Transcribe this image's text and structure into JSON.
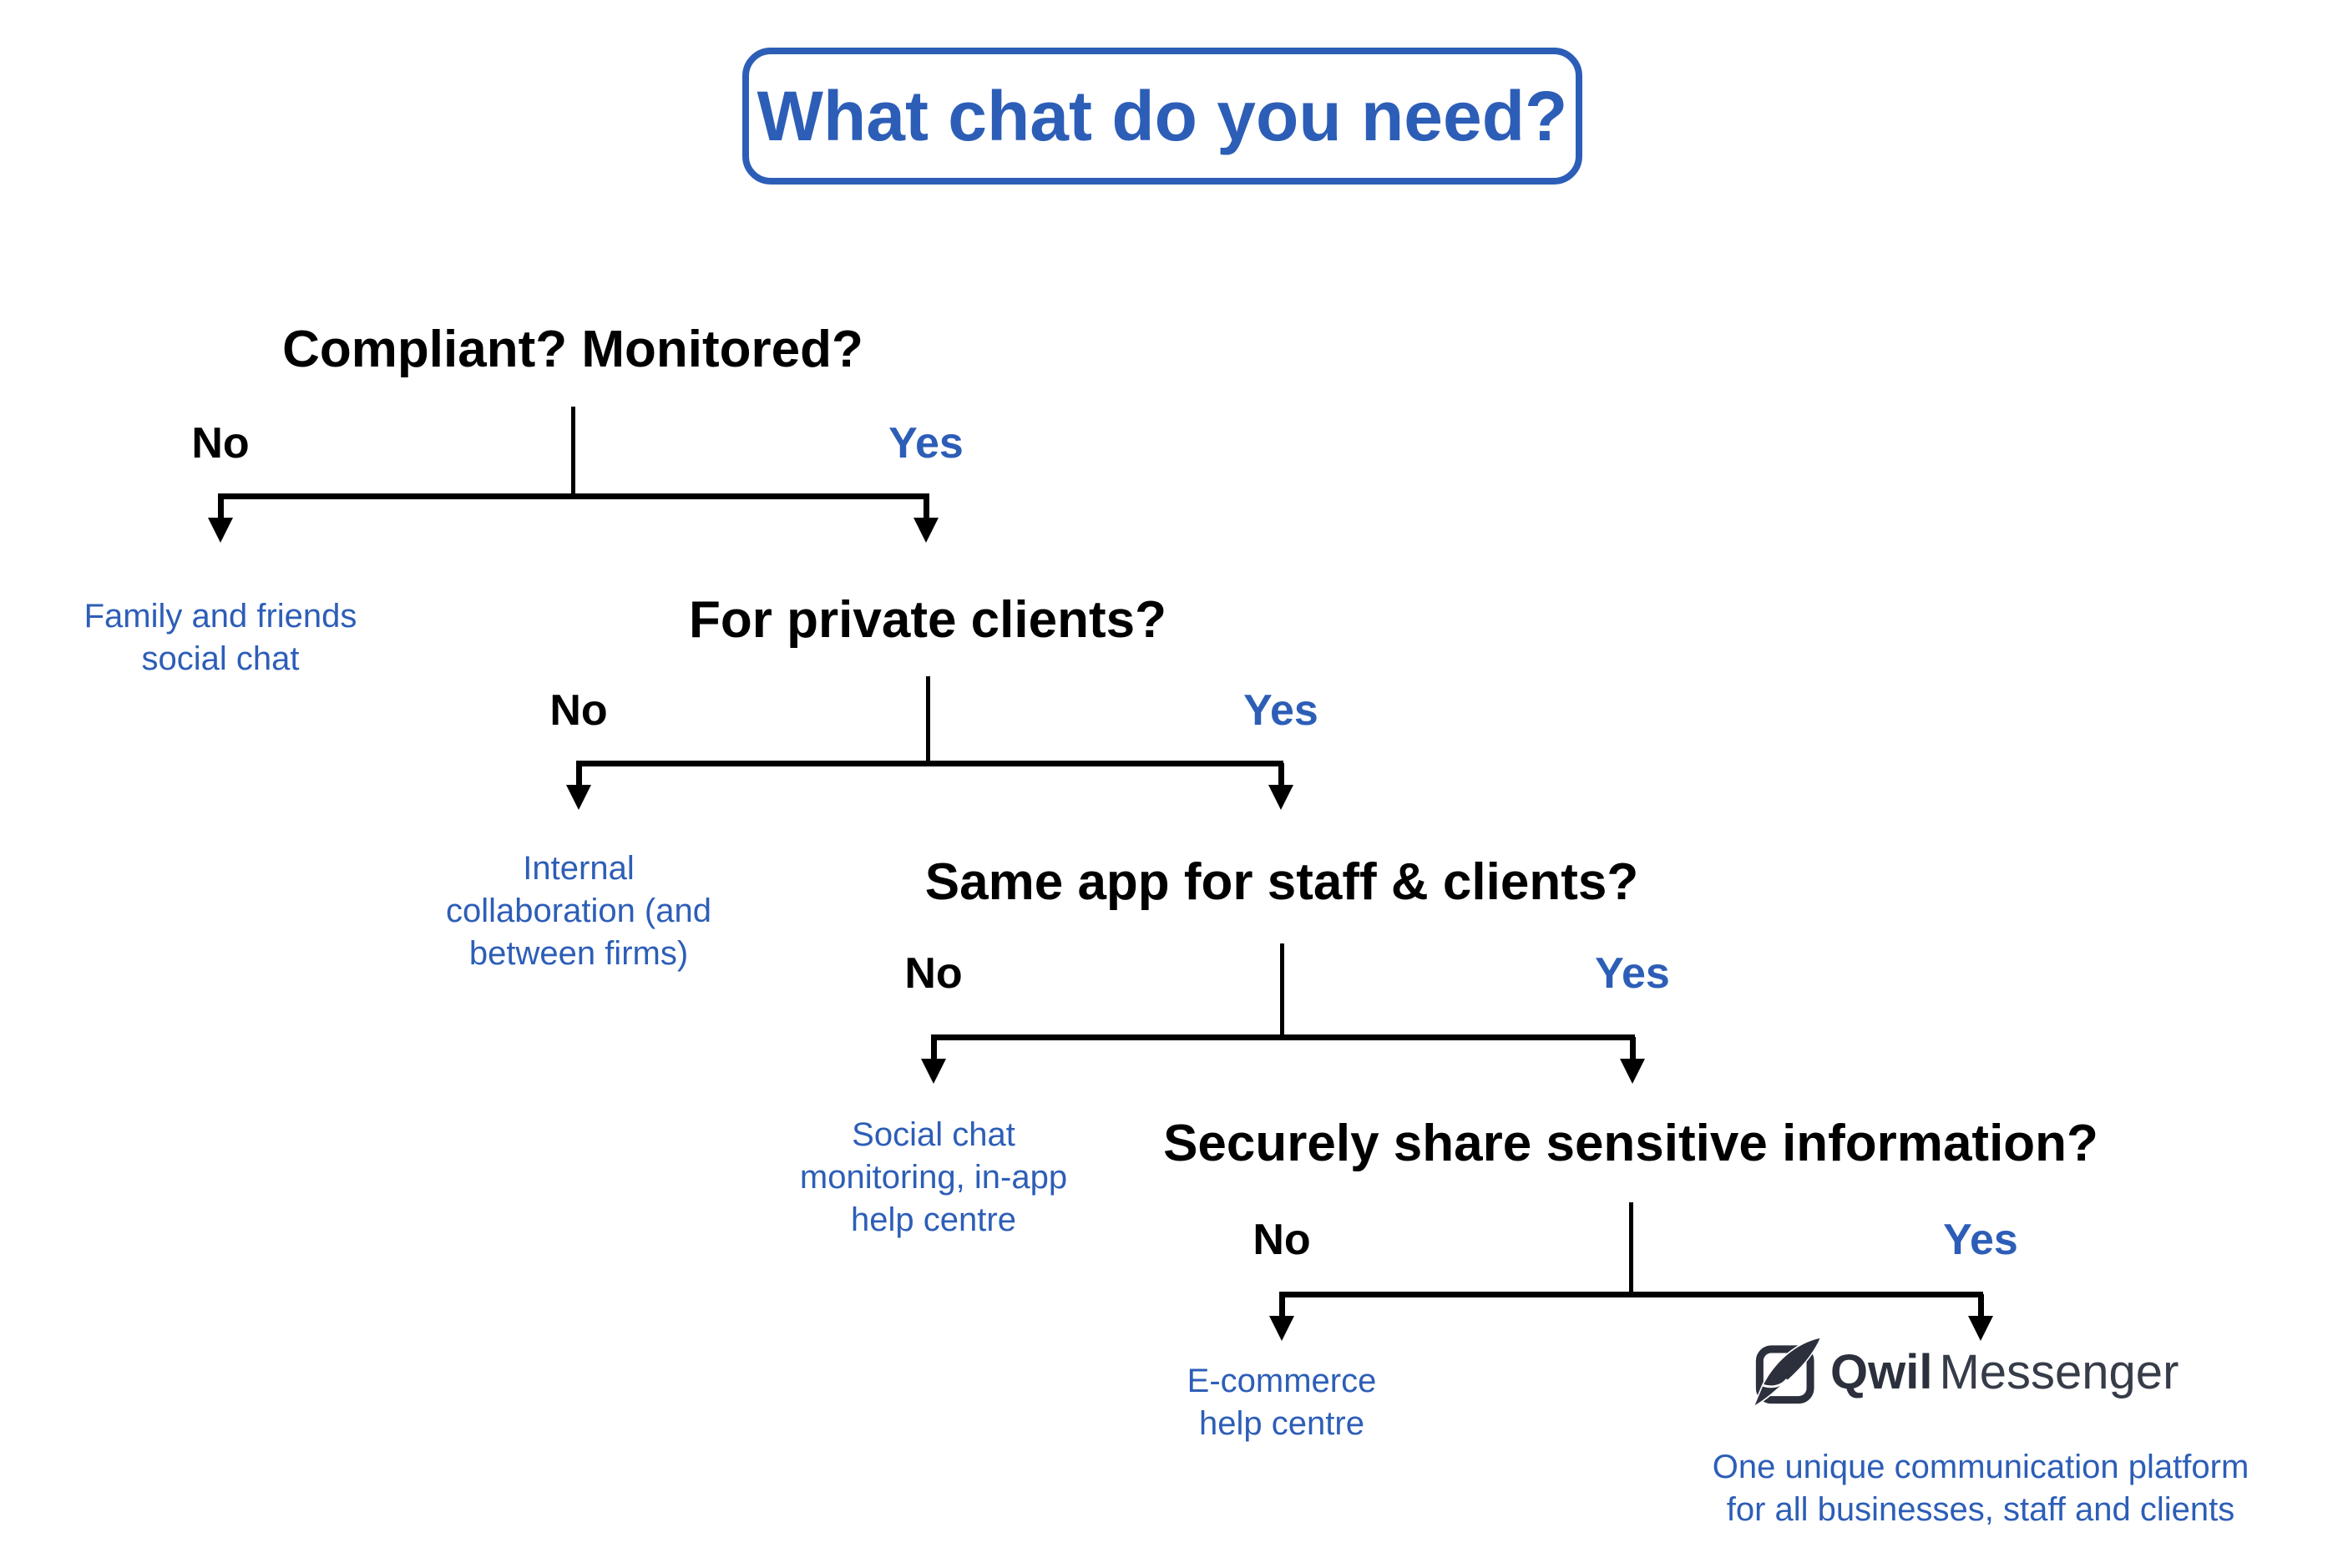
{
  "title": "What chat do you need?",
  "colors": {
    "accent_blue": "#2d5eb7",
    "text_black": "#000000",
    "logo_dark": "#2b303c"
  },
  "tree": {
    "levels": [
      {
        "question": "Compliant? Monitored?",
        "no_label": "No",
        "yes_label": "Yes",
        "no_result_lines": [
          "Family and friends",
          "social chat"
        ]
      },
      {
        "question": "For private clients?",
        "no_label": "No",
        "yes_label": "Yes",
        "no_result_lines": [
          "Internal",
          "collaboration (and",
          "between firms)"
        ]
      },
      {
        "question": "Same app for staff & clients?",
        "no_label": "No",
        "yes_label": "Yes",
        "no_result_lines": [
          "Social chat",
          "monitoring, in-app",
          "help centre"
        ]
      },
      {
        "question": "Securely share sensitive information?",
        "no_label": "No",
        "yes_label": "Yes",
        "no_result_lines": [
          "E-commerce",
          "help centre"
        ]
      }
    ]
  },
  "logo": {
    "brand_bold": "Qwil",
    "brand_light": "Messenger",
    "icon": "quill-icon"
  },
  "tagline_lines": [
    "One unique communication platform",
    "for all businesses, staff and clients"
  ]
}
